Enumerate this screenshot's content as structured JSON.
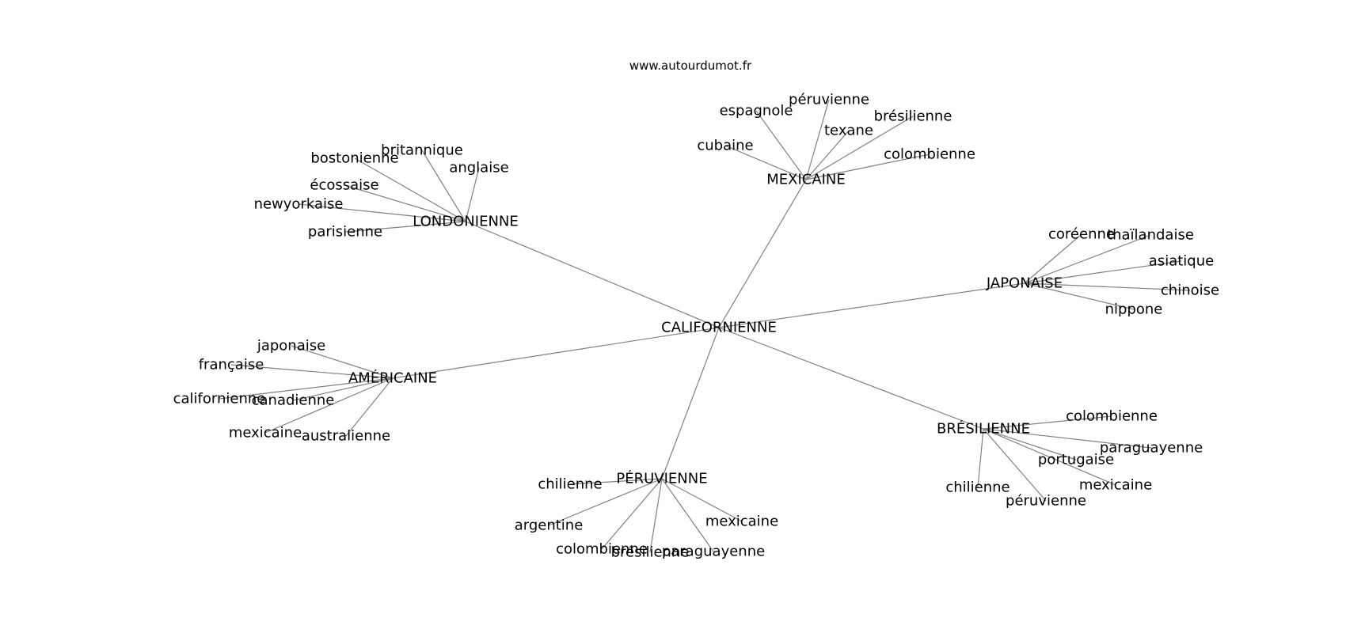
{
  "source_label": "www.autourdumot.fr",
  "colors": {
    "edge": "#808080",
    "text": "#000000",
    "background": "#ffffff"
  },
  "graph": {
    "center": "CALIFORNIENNE",
    "hubs": [
      {
        "id": "londonienne",
        "label": "LONDONIENNE",
        "leaves": [
          "britannique",
          "bostonienne",
          "anglaise",
          "écossaise",
          "newyorkaise",
          "parisienne"
        ]
      },
      {
        "id": "mexicaine",
        "label": "MEXICAINE",
        "leaves": [
          "péruvienne",
          "espagnole",
          "brésilienne",
          "texane",
          "cubaine",
          "colombienne"
        ]
      },
      {
        "id": "japonaise",
        "label": "JAPONAISE",
        "leaves": [
          "coréenne",
          "thaïlandaise",
          "asiatique",
          "chinoise",
          "nippone"
        ]
      },
      {
        "id": "americaine",
        "label": "AMÉRICAINE",
        "leaves": [
          "japonaise",
          "française",
          "californienne",
          "canadienne",
          "mexicaine",
          "australienne"
        ]
      },
      {
        "id": "bresilienne",
        "label": "BRÉSILIENNE",
        "leaves": [
          "colombienne",
          "paraguayenne",
          "portugaise",
          "mexicaine",
          "chilienne",
          "péruvienne"
        ]
      },
      {
        "id": "peruvienne",
        "label": "PÉRUVIENNE",
        "leaves": [
          "chilienne",
          "argentine",
          "mexicaine",
          "colombienne",
          "brésilienne",
          "paraguayenne"
        ]
      }
    ]
  }
}
